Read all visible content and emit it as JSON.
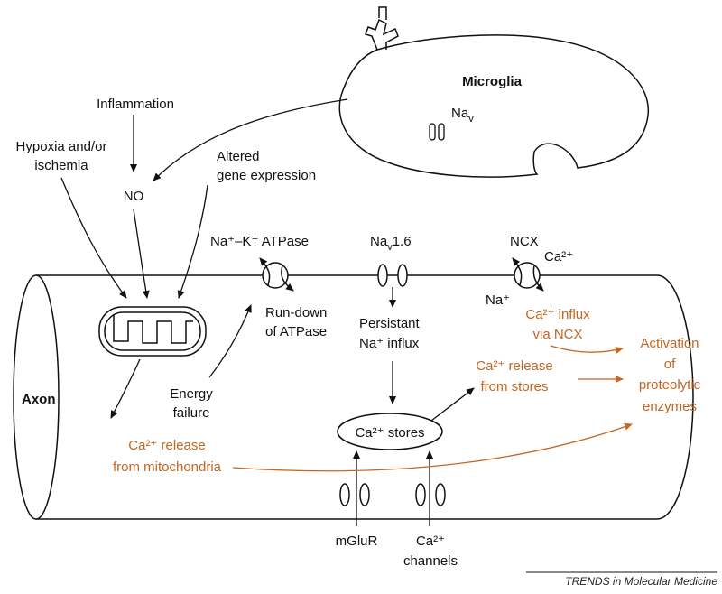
{
  "labels": {
    "microglia": "Microglia",
    "nav_micro": "Na",
    "nav_micro_sub": "v",
    "inflammation": "Inflammation",
    "hypoxia1": "Hypoxia and/or",
    "hypoxia2": "ischemia",
    "no": "NO",
    "altered1": "Altered",
    "altered2": "gene expression",
    "nak": "Na⁺–K⁺  ATPase",
    "nav16_a": "Na",
    "nav16_sub": "v",
    "nav16_b": "1.6",
    "ncx": "NCX",
    "ca_ncx": "Ca²⁺",
    "na_ncx": "Na⁺",
    "rundown1": "Run-down",
    "rundown2": "of ATPase",
    "persist1": "Persistant",
    "persist2": "Na⁺ influx",
    "axon": "Axon",
    "energy1": "Energy",
    "energy2": "failure",
    "castores": "Ca²⁺ stores",
    "mglur": "mGluR",
    "cachan1": "Ca²⁺",
    "cachan2": "channels",
    "ca_mito1": "Ca²⁺ release",
    "ca_mito2": "from mitochondria",
    "ca_stores1": "Ca²⁺ release",
    "ca_stores2": "from stores",
    "ca_ncx_influx1": "Ca²⁺ influx",
    "ca_ncx_influx2": "via NCX",
    "activation1": "Activation",
    "activation2": "of",
    "activation3": "proteolytic",
    "activation4": "enzymes",
    "credit": "TRENDS in Molecular Medicine"
  },
  "colors": {
    "black": "#111111",
    "orange": "#c5651f"
  }
}
